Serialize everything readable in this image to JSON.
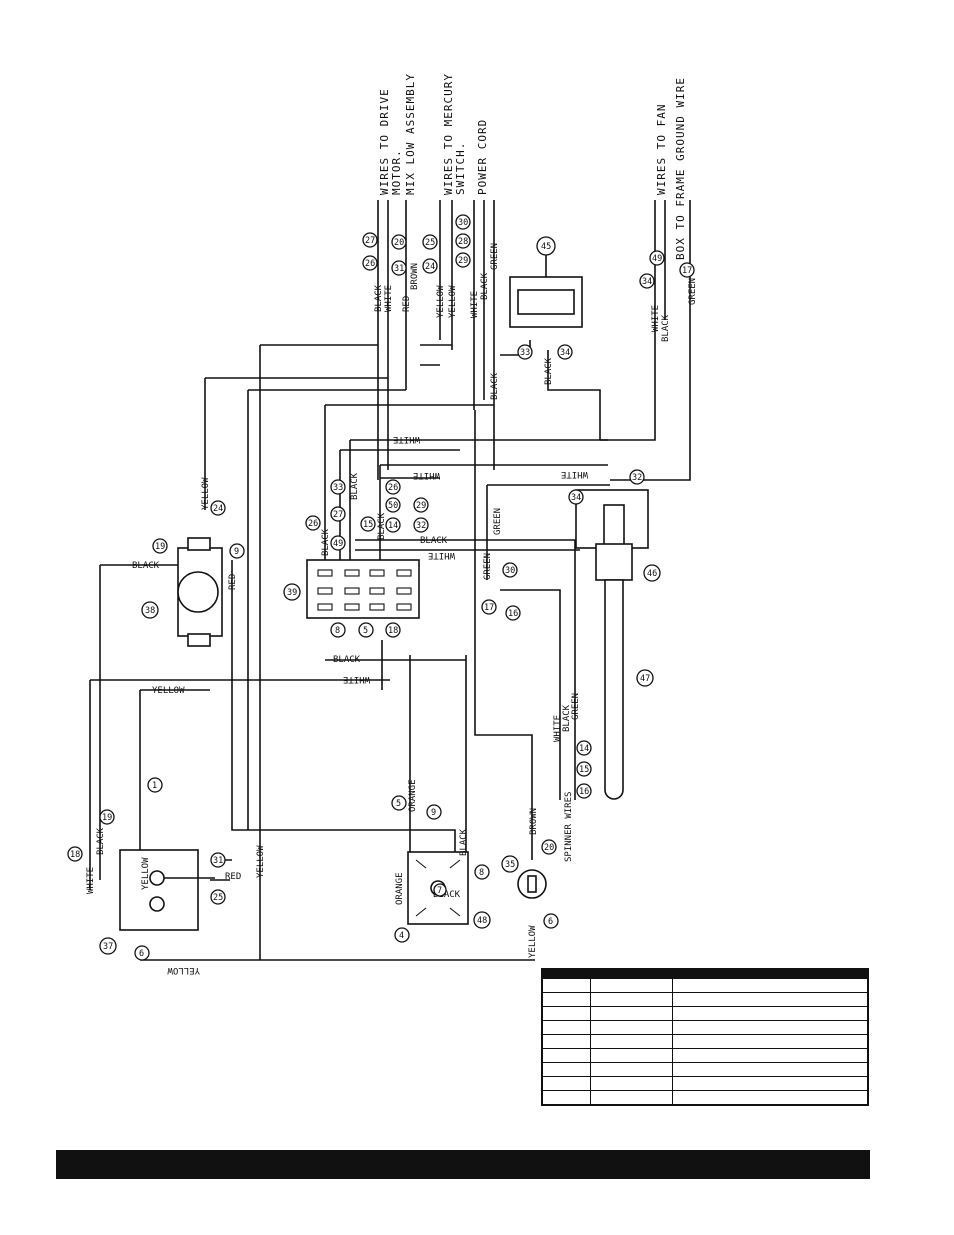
{
  "notes": {
    "drive_motor_1": "WIRES TO DRIVE",
    "drive_motor_2": "MOTOR.",
    "mix_low": "MIX LOW ASSEMBLY",
    "mercury_1": "WIRES TO MERCURY",
    "mercury_2": "SWITCH.",
    "power_cord": "POWER CORD",
    "fan_1": "WIRES TO FAN",
    "fan_2": "BOX TO FRAME GROUND WIRE",
    "spinner": "SPINNER WIRES"
  },
  "colors": {
    "black": "BLACK",
    "white": "WHITE",
    "red": "RED",
    "brown": "BROWN",
    "yellow": "YELLOW",
    "green": "GREEN",
    "orange": "ORANGE"
  },
  "bubbles": {
    "b1": "1",
    "b4": "4",
    "b5": "5",
    "b6": "6",
    "b7": "7",
    "b8": "8",
    "b9": "9",
    "b14": "14",
    "b15": "15",
    "b16": "16",
    "b17": "17",
    "b18": "18",
    "b19": "19",
    "b20": "20",
    "b24": "24",
    "b25": "25",
    "b26": "26",
    "b27": "27",
    "b28": "28",
    "b29": "29",
    "b30": "30",
    "b31": "31",
    "b32": "32",
    "b33": "33",
    "b34": "34",
    "b35": "35",
    "b37": "37",
    "b38": "38",
    "b39": "39",
    "b45": "45",
    "b46": "46",
    "b47": "47",
    "b48": "48",
    "b49": "49",
    "b50": "50"
  },
  "legend": {
    "rows": 10
  }
}
